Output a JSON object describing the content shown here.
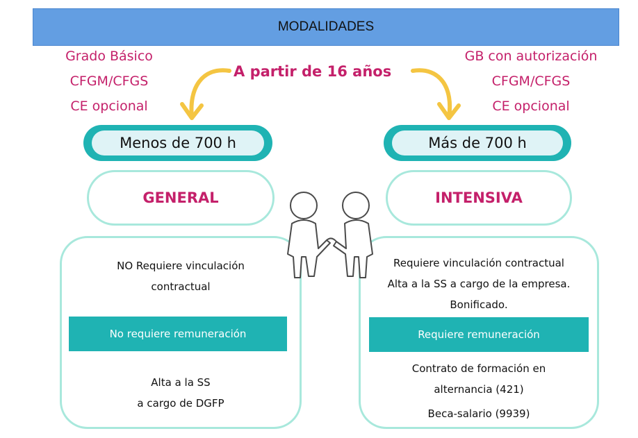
{
  "banner": {
    "title": "MODALIDADES"
  },
  "subtitle": "A partir de 16 años",
  "colors": {
    "banner": "#639ee2",
    "pink": "#c4206a",
    "teal": "#1fb3b3",
    "mint_border": "#a8e8dc",
    "arrow": "#f4c542"
  },
  "left": {
    "levels": [
      "Grado Básico",
      "CFGM/CFGS",
      "CE opcional"
    ],
    "hours": "Menos de 700 h",
    "mode": "GENERAL",
    "card": {
      "line1": "NO Requiere vinculación",
      "line2": "contractual",
      "bar": "No requiere remuneración",
      "line3": "Alta a la SS",
      "line4": "a cargo de DGFP"
    }
  },
  "right": {
    "levels": [
      "GB con autorización",
      "CFGM/CFGS",
      "CE opcional"
    ],
    "hours": "Más de 700 h",
    "mode": "INTENSIVA",
    "card": {
      "line1": "Requiere vinculación contractual",
      "line2": "Alta a la SS a cargo de la empresa.",
      "line3": "Bonificado.",
      "bar": "Requiere remuneración",
      "line4": "Contrato de formación en",
      "line5": "alternancia (421)",
      "line6": "Beca-salario (9939)"
    }
  },
  "icons": {
    "arrows": "curved-arrow-icon",
    "figures": "handshake-figures-icon"
  }
}
